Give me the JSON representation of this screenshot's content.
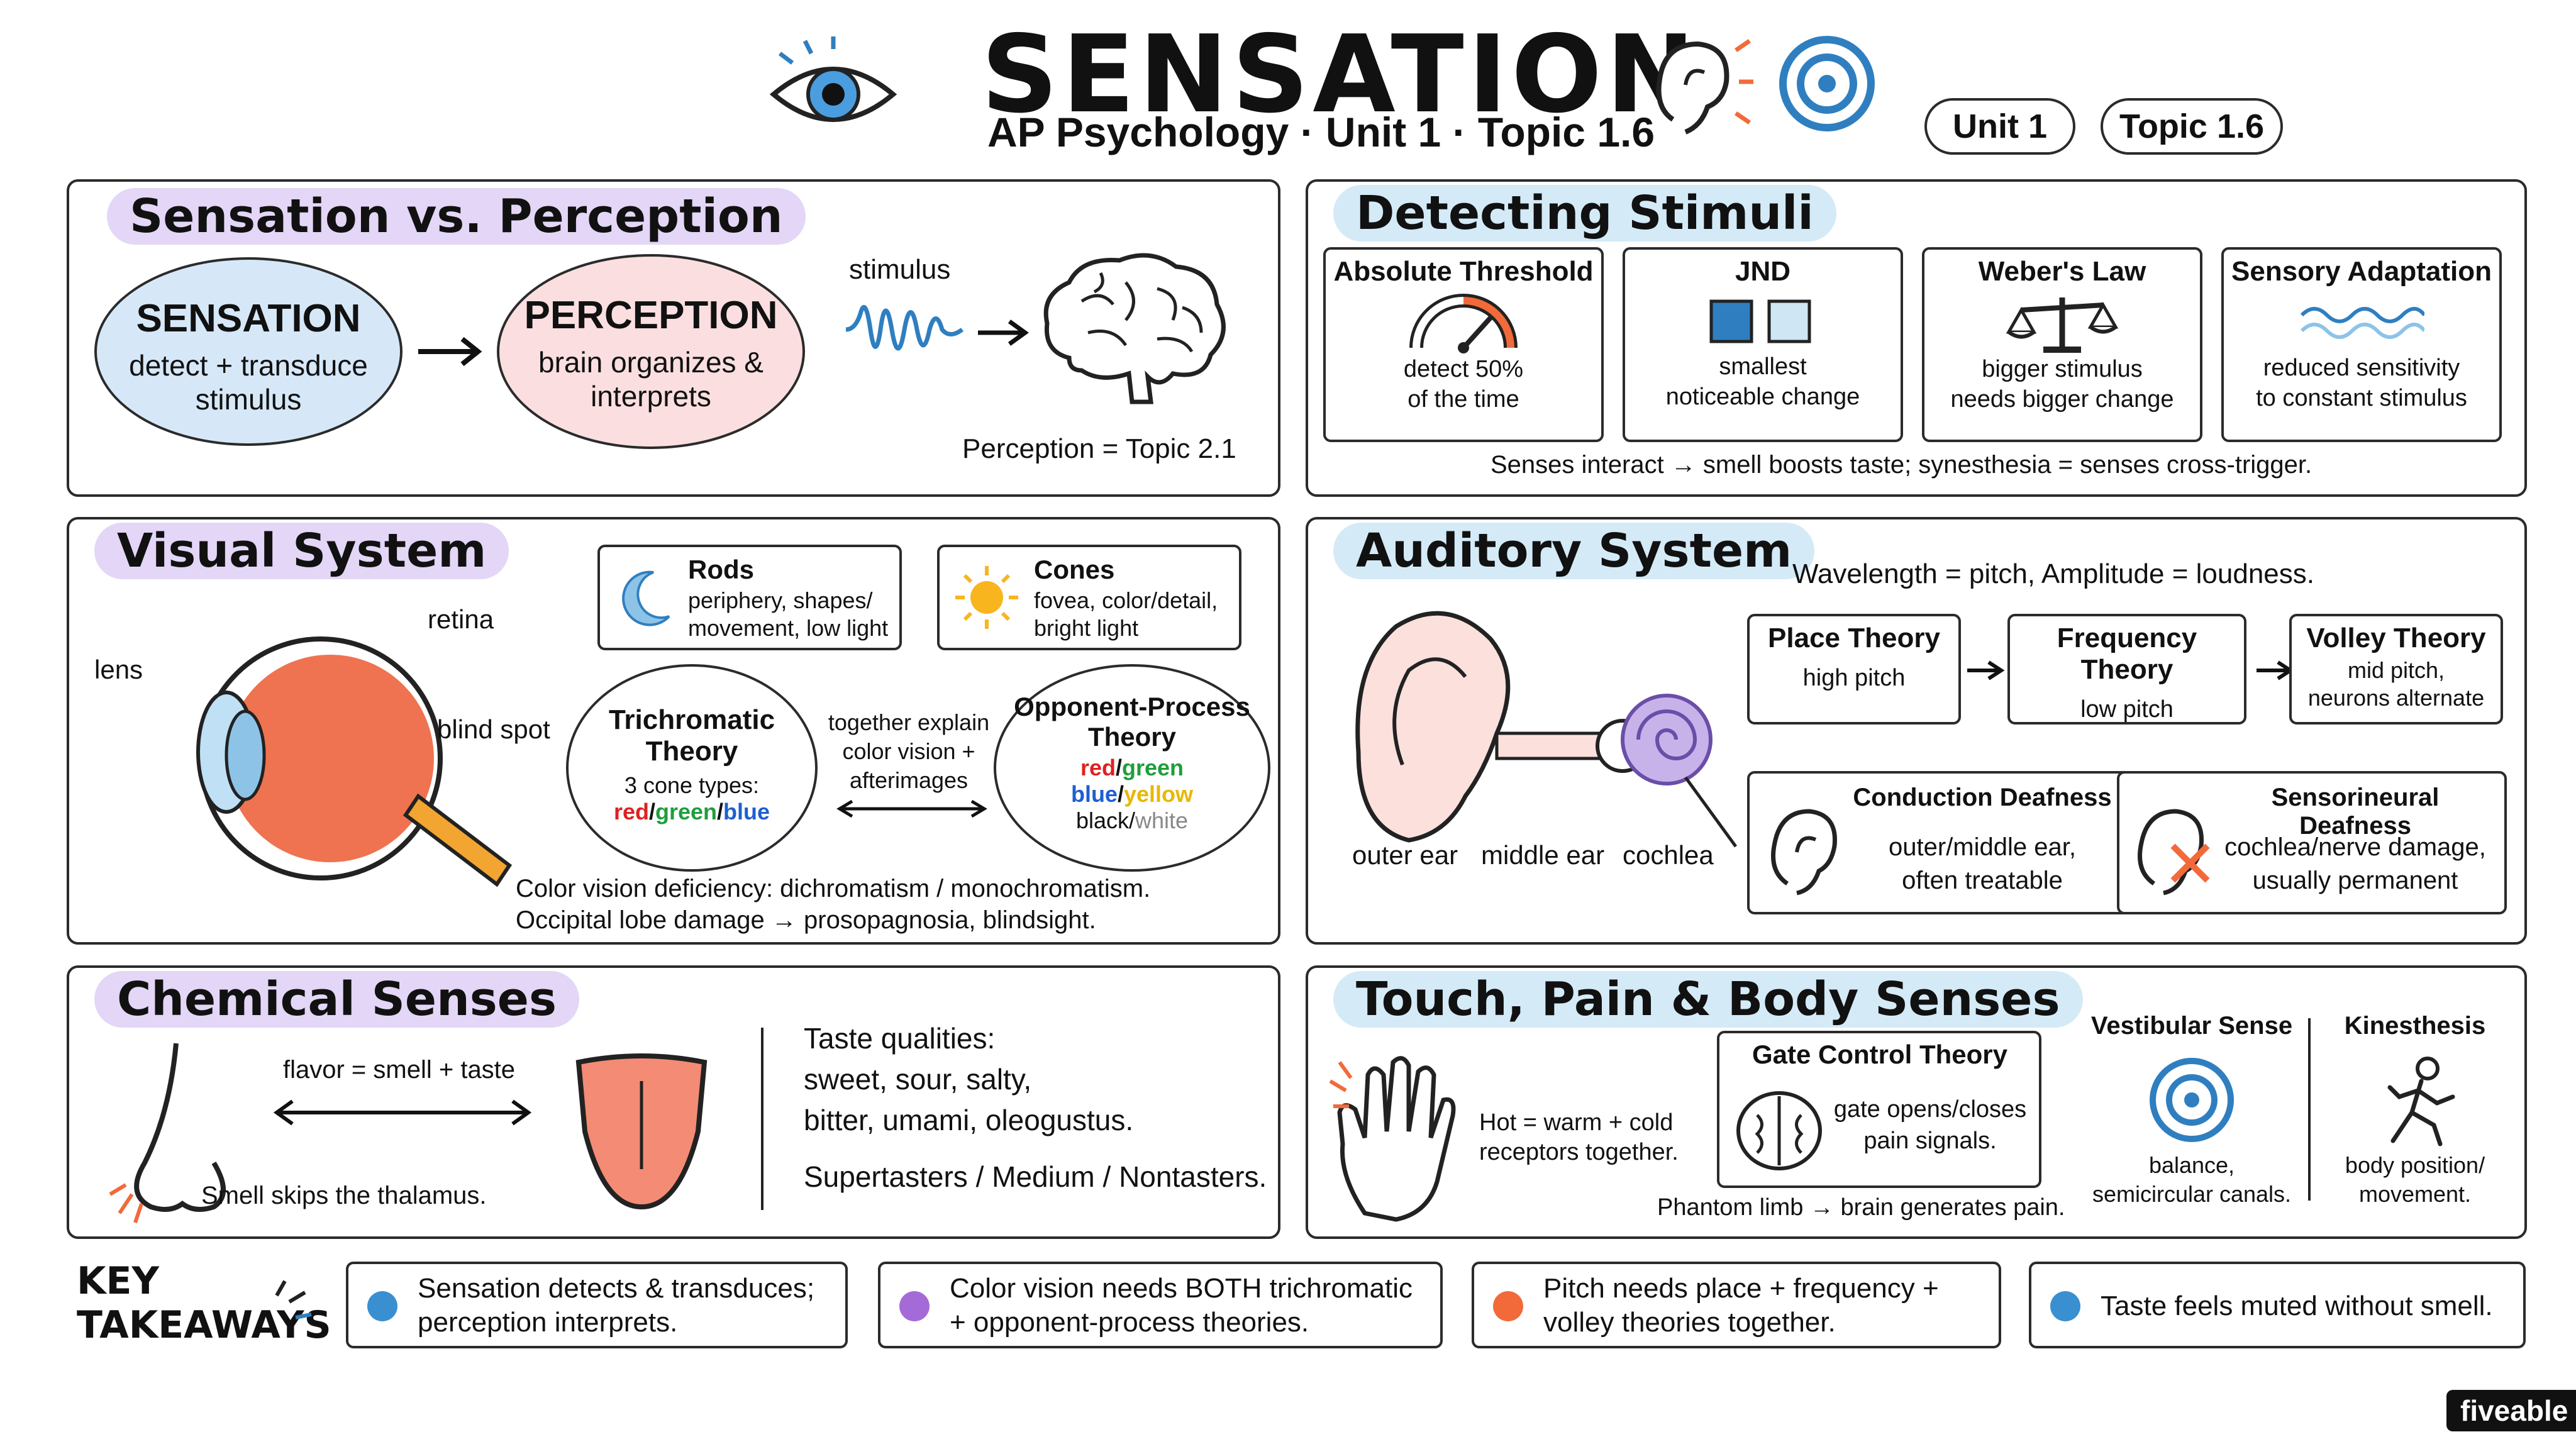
{
  "header": {
    "title": "SENSATION",
    "subtitle": "AP Psychology · Unit 1 · Topic 1.6",
    "pills": [
      "Unit 1",
      "Topic 1.6"
    ]
  },
  "sensation_vs_perception": {
    "title": "Sensation vs. Perception",
    "sensation_label": "SENSATION",
    "sensation_desc_1": "detect + transduce",
    "sensation_desc_2": "stimulus",
    "perception_label": "PERCEPTION",
    "perception_desc_1": "brain organizes &",
    "perception_desc_2": "interprets",
    "stimulus_label": "stimulus",
    "note": "Perception = Topic 2.1"
  },
  "detecting_stimuli": {
    "title": "Detecting Stimuli",
    "cards": [
      {
        "title": "Absolute Threshold",
        "line1": "detect 50%",
        "line2": "of the time"
      },
      {
        "title": "JND",
        "line1": "smallest",
        "line2": "noticeable change"
      },
      {
        "title": "Weber's Law",
        "line1": "bigger stimulus",
        "line2": "needs bigger change"
      },
      {
        "title": "Sensory Adaptation",
        "line1": "reduced sensitivity",
        "line2": "to constant stimulus"
      }
    ],
    "note": "Senses interact → smell boosts taste; synesthesia = senses cross-trigger."
  },
  "visual_system": {
    "title": "Visual System",
    "labels": {
      "lens": "lens",
      "retina": "retina",
      "blind_spot": "blind spot"
    },
    "rods_title": "Rods",
    "rods_line1": "periphery, shapes/",
    "rods_line2": "movement, low light",
    "cones_title": "Cones",
    "cones_line1": "fovea, color/detail,",
    "cones_line2": "bright light",
    "trichromatic_title_1": "Trichromatic",
    "trichromatic_title_2": "Theory",
    "trichromatic_line": "3 cone types:",
    "red": "red",
    "green": "green",
    "blue": "blue",
    "yellow": "yellow",
    "black": "black",
    "white": "white",
    "slash": "/",
    "together_1": "together explain",
    "together_2": "color vision +",
    "together_3": "afterimages",
    "opponent_title_1": "Opponent-Process",
    "opponent_title_2": "Theory",
    "note_1": "Color vision deficiency: dichromatism / monochromatism.",
    "note_2": "Occipital lobe damage → prosopagnosia, blindsight."
  },
  "auditory_system": {
    "title": "Auditory System",
    "intro": "Wavelength = pitch, Amplitude = loudness.",
    "labels": {
      "outer": "outer ear",
      "middle": "middle ear",
      "cochlea": "cochlea"
    },
    "theories": [
      {
        "title": "Place Theory",
        "line1": "high pitch",
        "line2": ""
      },
      {
        "title": "Frequency Theory",
        "line1": "low pitch",
        "line2": ""
      },
      {
        "title": "Volley Theory",
        "line1": "mid pitch,",
        "line2": "neurons alternate"
      }
    ],
    "conduction_title": "Conduction Deafness",
    "conduction_line1": "outer/middle ear,",
    "conduction_line2": "often treatable",
    "sensorineural_title": "Sensorineural Deafness",
    "sensorineural_line1": "cochlea/nerve damage,",
    "sensorineural_line2": "usually permanent"
  },
  "chemical_senses": {
    "title": "Chemical Senses",
    "flavor": "flavor = smell + taste",
    "smell_note": "Smell skips the thalamus.",
    "taste_heading": "Taste qualities:",
    "taste_line1": "sweet, sour, salty,",
    "taste_line2": "bitter, umami, oleogustus.",
    "taster_types": "Supertasters / Medium / Nontasters."
  },
  "touch_pain": {
    "title": "Touch, Pain & Body Senses",
    "hot_1": "Hot = warm + cold",
    "hot_2": "receptors together.",
    "gate_title": "Gate Control Theory",
    "gate_1": "gate opens/closes",
    "gate_2": "pain signals.",
    "phantom": "Phantom limb → brain generates pain.",
    "vestibular_title": "Vestibular Sense",
    "vestibular_1": "balance,",
    "vestibular_2": "semicircular canals.",
    "kinesthesis_title": "Kinesthesis",
    "kinesthesis_1": "body position/",
    "kinesthesis_2": "movement."
  },
  "key_takeaways": {
    "heading_1": "KEY",
    "heading_2": "TAKEAWAYS",
    "items": [
      {
        "line1": "Sensation detects & transduces;",
        "line2": "perception interprets.",
        "color": "#3a8fd1"
      },
      {
        "line1": "Color vision needs BOTH trichromatic",
        "line2": "+ opponent-process theories.",
        "color": "#a46ad8"
      },
      {
        "line1": "Pitch needs place + frequency +",
        "line2": "volley theories together.",
        "color": "#f26a3a"
      },
      {
        "line1": "Taste feels muted without smell.",
        "line2": "",
        "color": "#3a8fd1"
      }
    ]
  },
  "brand": "fiveable",
  "colors": {
    "purple_tab": "#e3d6f6",
    "blue_tab": "#d4eaf7",
    "sensation_fill": "#d6e8f8",
    "perception_fill": "#fbdfe0",
    "accent_blue": "#2f7fc0",
    "accent_orange": "#f26a3a"
  }
}
